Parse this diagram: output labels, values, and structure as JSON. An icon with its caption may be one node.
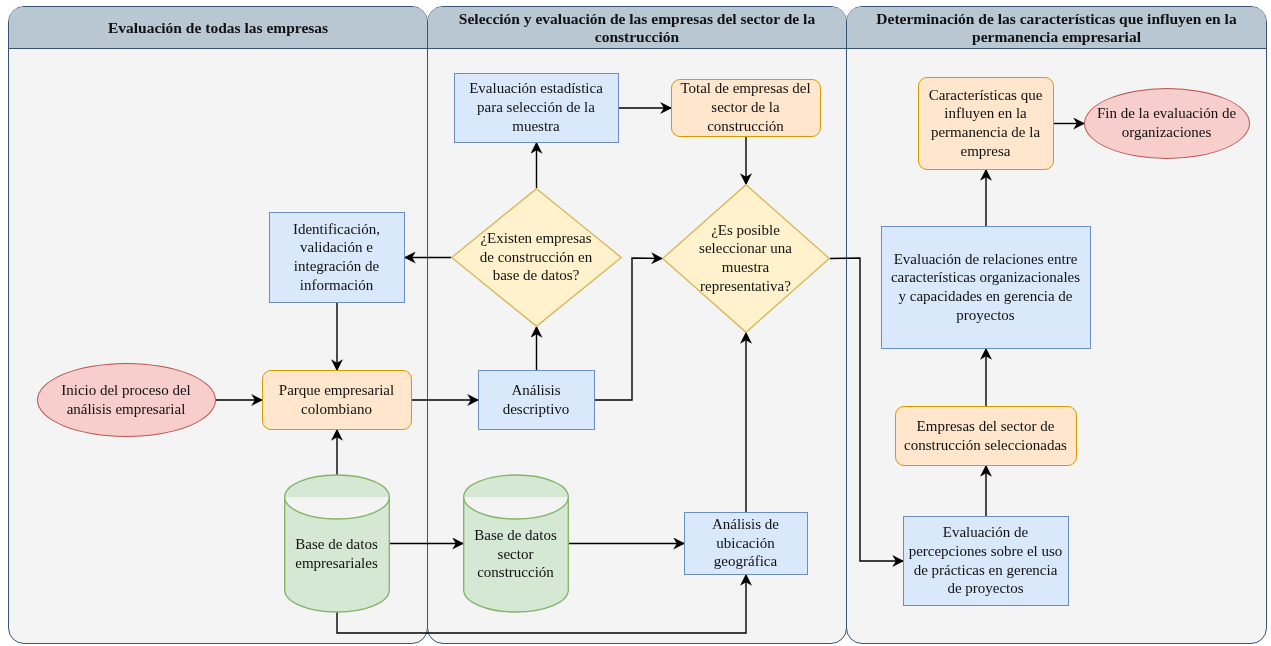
{
  "diagram": {
    "nodes": [
      {
        "text": [
          "Evaluación de todas las empresas"
        ]
      },
      {
        "text": [
          "Selección y evaluación de las empresas del sector de la construcción"
        ]
      },
      {
        "text": [
          "Determinación de las características que influyen en la permanencia empresarial"
        ]
      },
      {
        "text": [
          "Identificación, validación e integración de información"
        ],
        "in": 0
      },
      {
        "text": [
          "Inicio del proceso del análisis empresarial"
        ],
        "in": 0
      },
      {
        "text": [
          "Parque empresarial colombiano"
        ],
        "in": 0
      },
      {
        "text": [
          "Base de datos empresariales"
        ],
        "in": 0
      },
      {
        "text": [
          "Evaluación estadística para selección de la muestra"
        ],
        "in": 1
      },
      {
        "text": [
          "Total de empresas del sector de la construcción"
        ],
        "in": 1
      },
      {
        "text": [
          "¿Existen empresas de construcción en base de datos?"
        ],
        "in": 1
      },
      {
        "text": [
          "¿Es posible seleccionar una muestra representativa?"
        ],
        "in": 1
      },
      {
        "text": [
          "Análisis descriptivo"
        ],
        "in": 1
      },
      {
        "text": [
          "Base de datos sector construcción"
        ],
        "in": 1
      },
      {
        "text": [
          "Análisis de ubicación geográfica"
        ],
        "in": 1
      },
      {
        "text": [
          "Características que influyen en la permanencia de la empresa"
        ],
        "in": 2
      },
      {
        "text": [
          "Fin de la evaluación de organizaciones"
        ],
        "in": 2
      },
      {
        "text": [
          "Evaluación de relaciones entre características organizacionales y capacidades en gerencia de proyectos"
        ],
        "in": 2
      },
      {
        "text": [
          "Empresas del sector de construcción seleccionadas"
        ],
        "in": 2
      },
      {
        "text": [
          "Evaluación de percepciones sobre el uso de prácticas en gerencia de proyectos"
        ],
        "in": 2
      }
    ],
    "edges": [
      {
        "from": 4,
        "to": 5,
        "arrow": "to"
      },
      {
        "from": 3,
        "to": 5,
        "arrow": "to"
      },
      {
        "from": 6,
        "to": 5,
        "arrow": "to"
      },
      {
        "from": 5,
        "to": 11,
        "arrow": "to"
      },
      {
        "from": 11,
        "to": 9,
        "arrow": "to"
      },
      {
        "from": 9,
        "to": 3,
        "arrow": "to"
      },
      {
        "from": 9,
        "to": 7,
        "arrow": "to"
      },
      {
        "from": 7,
        "to": 8,
        "arrow": "to"
      },
      {
        "from": 8,
        "to": 10,
        "arrow": "to"
      },
      {
        "from": 11,
        "to": 10,
        "arrow": "to"
      },
      {
        "from": 6,
        "to": 12,
        "arrow": "to"
      },
      {
        "from": 12,
        "to": 13,
        "arrow": "to"
      },
      {
        "from": 6,
        "to": 13,
        "arrow": "to"
      },
      {
        "from": 13,
        "to": 10,
        "arrow": "to"
      },
      {
        "from": 10,
        "to": 18,
        "arrow": "to"
      },
      {
        "from": 18,
        "to": 17,
        "arrow": "to"
      },
      {
        "from": 17,
        "to": 16,
        "arrow": "to"
      },
      {
        "from": 16,
        "to": 14,
        "arrow": "to"
      },
      {
        "from": 14,
        "to": 15,
        "arrow": "to"
      }
    ]
  }
}
